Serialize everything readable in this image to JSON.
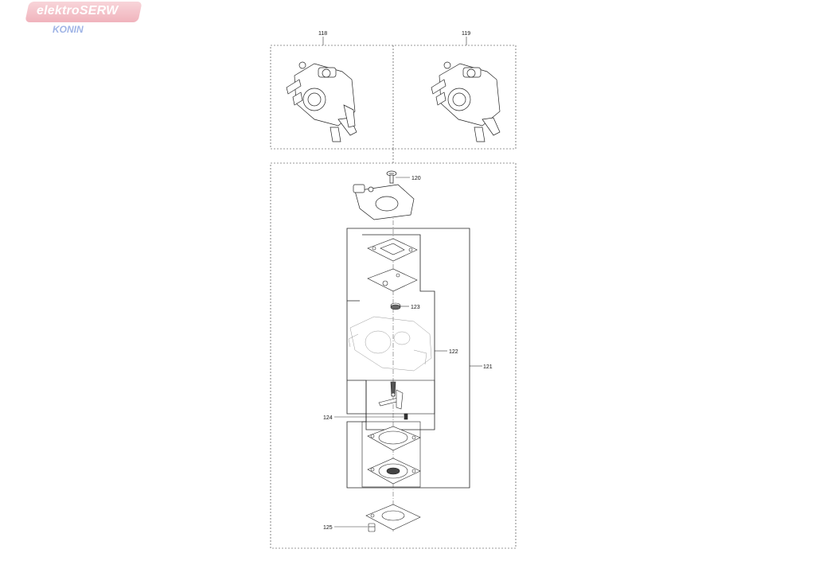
{
  "logo": {
    "text": "elektroSERW",
    "subtext": "KONIN"
  },
  "callouts": {
    "c118": "118",
    "c119": "119",
    "c120": "120",
    "c121": "121",
    "c122": "122",
    "c123": "123",
    "c124": "124",
    "c125": "125"
  }
}
